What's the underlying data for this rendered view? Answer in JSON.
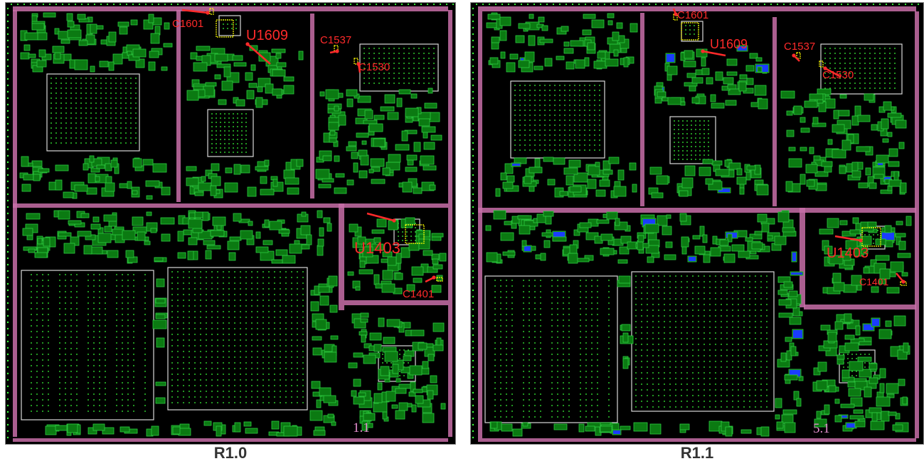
{
  "captions": {
    "left": "R1.0",
    "right": "R1.1"
  },
  "boards": [
    {
      "version_mark": "1.1",
      "callouts": [
        "C1601",
        "U1609",
        "C1537",
        "C1530",
        "U1403",
        "C1401"
      ]
    },
    {
      "version_mark": "5.1",
      "callouts": [
        "C1601",
        "U1609",
        "C1537",
        "C1530",
        "U1403",
        "C1401"
      ]
    }
  ],
  "colors": {
    "background": "#000000",
    "outline": "#2ecc40",
    "outline_white": "#d8d8d8",
    "pad": "#0b7a12",
    "keepout": "#c86ea8",
    "callout": "#ff2a2a",
    "highlight": "#ffff00",
    "via": "#3cff3c",
    "blue_pad": "#1a3cff"
  }
}
